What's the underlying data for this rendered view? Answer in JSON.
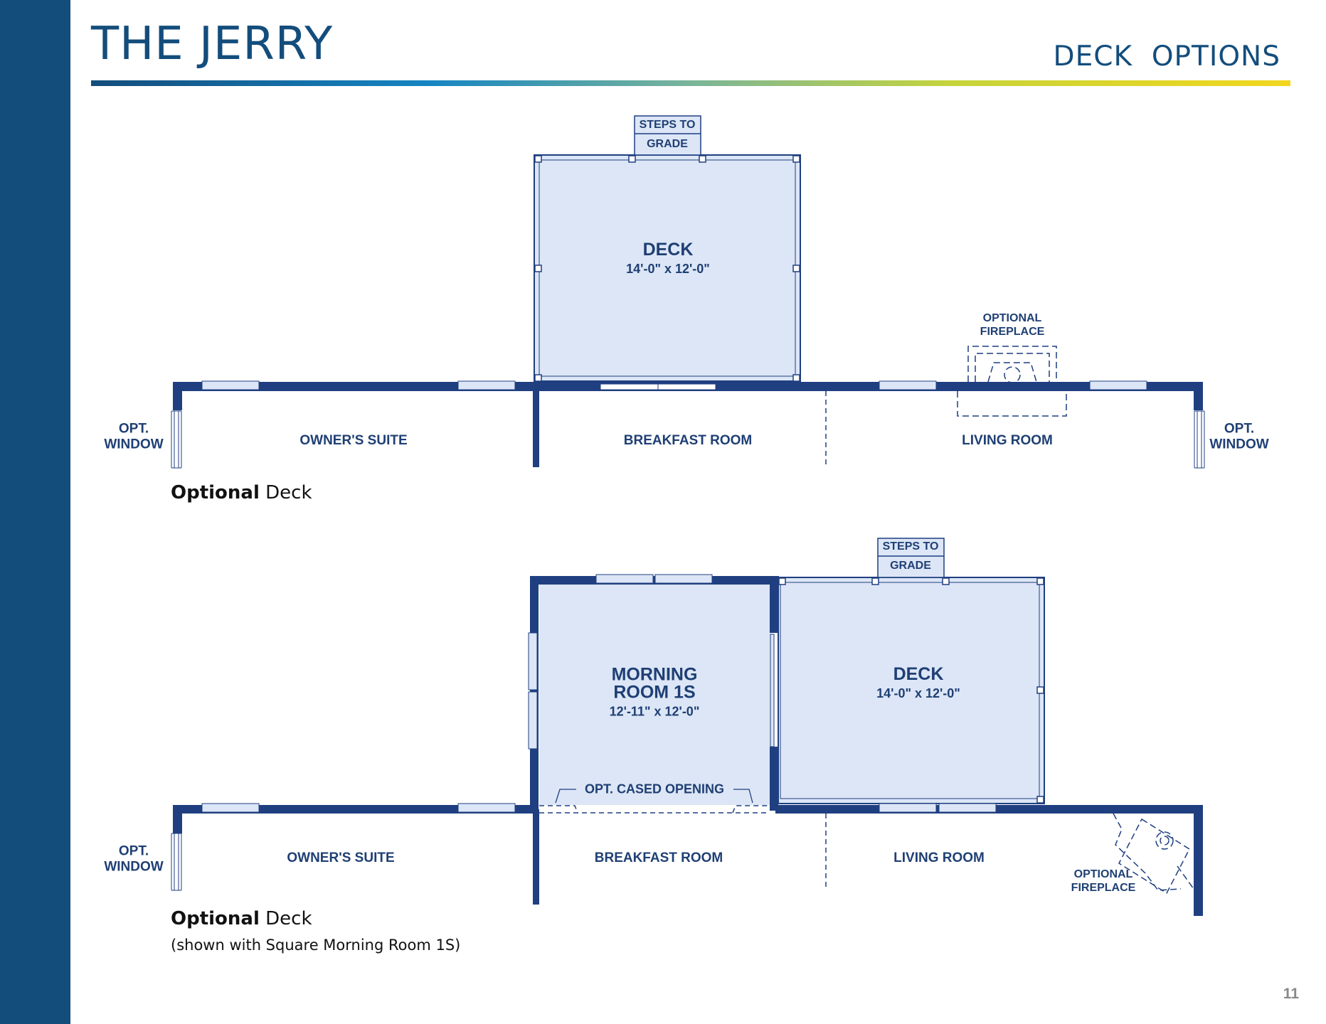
{
  "header": {
    "title": "THE JERRY",
    "section": "DECK  OPTIONS"
  },
  "plan_a": {
    "steps_line1": "STEPS TO",
    "steps_line2": "GRADE",
    "deck_name": "DECK",
    "deck_dims": "14'-0\" x 12'-0\"",
    "fireplace_line1": "OPTIONAL",
    "fireplace_line2": "FIREPLACE",
    "opt_window_left_line1": "OPT.",
    "opt_window_left_line2": "WINDOW",
    "opt_window_right_line1": "OPT.",
    "opt_window_right_line2": "WINDOW",
    "owners_suite": "OWNER'S SUITE",
    "breakfast_room": "BREAKFAST ROOM",
    "living_room": "LIVING ROOM",
    "caption_bold": "Optional",
    "caption_rest": " Deck"
  },
  "plan_b": {
    "steps_line1": "STEPS TO",
    "steps_line2": "GRADE",
    "morning_line1": "MORNING",
    "morning_line2": "ROOM 1S",
    "morning_dims": "12'-11\" x 12'-0\"",
    "deck_name": "DECK",
    "deck_dims": "14'-0\" x 12'-0\"",
    "cased_opening": "OPT. CASED OPENING",
    "opt_window_line1": "OPT.",
    "opt_window_line2": "WINDOW",
    "owners_suite": "OWNER'S SUITE",
    "breakfast_room": "BREAKFAST ROOM",
    "living_room": "LIVING ROOM",
    "fireplace_line1": "OPTIONAL",
    "fireplace_line2": "FIREPLACE",
    "caption_bold": "Optional",
    "caption_rest": " Deck",
    "subcaption": "(shown with Square Morning Room 1S)"
  },
  "page_number": "11",
  "colors": {
    "sidebar": "#134d7c",
    "wall": "#1f3f80",
    "room_fill": "#dce6f6",
    "text": "#1f3f74"
  }
}
